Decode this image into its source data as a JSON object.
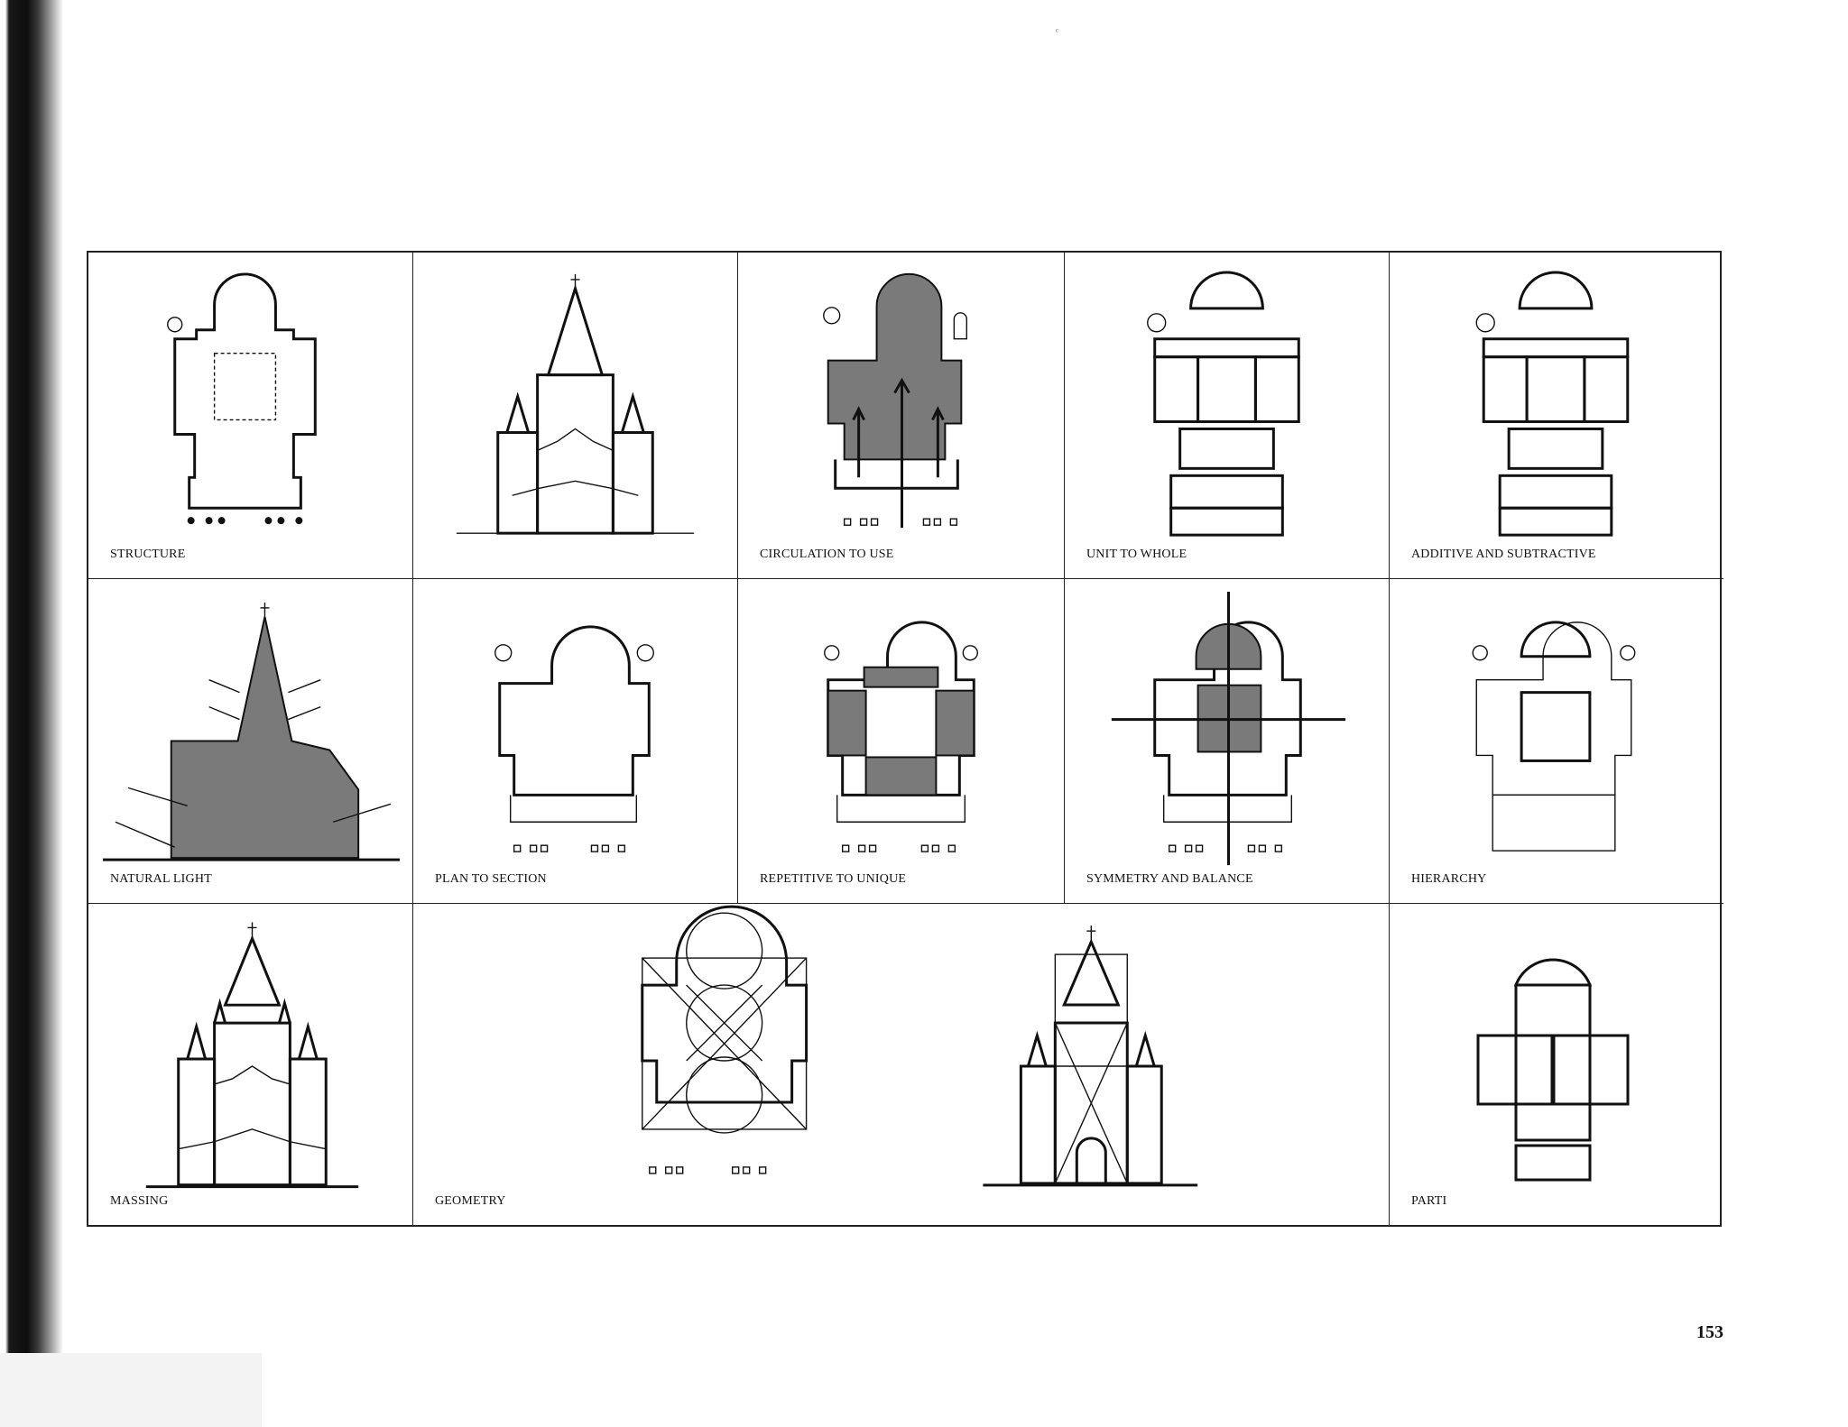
{
  "page": {
    "number": "153",
    "stray_mark": "ᶜ"
  },
  "panels": [
    {
      "id": "structure",
      "label": "STRUCTURE"
    },
    {
      "id": "plan-to-section-elevation",
      "label": ""
    },
    {
      "id": "circulation",
      "label": "CIRCULATION TO USE"
    },
    {
      "id": "unit-to-whole",
      "label": "UNIT TO WHOLE"
    },
    {
      "id": "additive",
      "label": "ADDITIVE AND SUBTRACTIVE"
    },
    {
      "id": "natural-light",
      "label": "NATURAL LIGHT"
    },
    {
      "id": "plan-to-section",
      "label": "PLAN TO SECTION"
    },
    {
      "id": "repetitive",
      "label": "REPETITIVE TO UNIQUE"
    },
    {
      "id": "symmetry",
      "label": "SYMMETRY AND BALANCE"
    },
    {
      "id": "hierarchy",
      "label": "HIERARCHY"
    },
    {
      "id": "massing",
      "label": "MASSING"
    },
    {
      "id": "geometry",
      "label": "GEOMETRY"
    },
    {
      "id": "parti",
      "label": "PARTI"
    }
  ]
}
